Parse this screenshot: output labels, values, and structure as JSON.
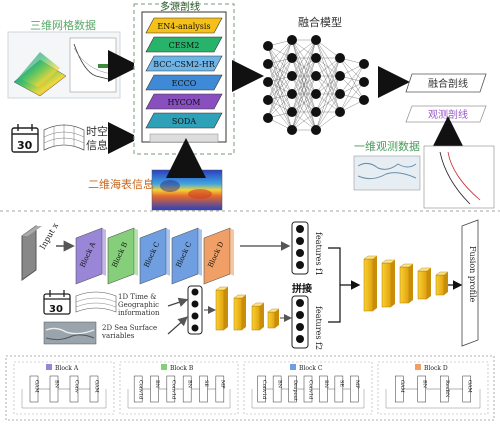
{
  "top": {
    "grid_data_label": "三维网格数据",
    "space_time_label": "时空\n信息",
    "calendar_number": "30",
    "sst_label": "二维海表信息",
    "multi_source_title": "多源剖线",
    "datasets": [
      "EN4-analysis",
      "CESM2",
      "BCC-CSM2-HR",
      "ECCO",
      "HYCOM",
      "SODA"
    ],
    "dataset_colors": [
      "#f5c018",
      "#27b36a",
      "#6fb4e6",
      "#3f8ad6",
      "#8a4fbf",
      "#2ea1b8"
    ],
    "fusion_model_label": "融合模型",
    "fused_profile_label": "融合剖线",
    "observed_profile_label": "观测剖线",
    "obs_1d_label": "一维观测数据"
  },
  "bottom": {
    "input_label": "Input x",
    "blocks": [
      "Block A",
      "Block B",
      "Block C",
      "Block C",
      "Block D"
    ],
    "block_colors": [
      "#9a86d6",
      "#86cf7a",
      "#6f9fe0",
      "#6f9fe0",
      "#f0a066"
    ],
    "features_f1": "features f1",
    "features_f2": "features f2",
    "concat_label": "拼接",
    "time_geo_label": "1D Time &\nGeographic\ninformation",
    "sea_surface_label": "2D Sea Surface\nvariables",
    "calendar_number": "30",
    "fusion_profile_label": "Fusion profile"
  },
  "legend": {
    "blocks": [
      {
        "name": "Block A",
        "color": "#9a86d6",
        "layers": [
          "GAM",
          "BN",
          "Conv",
          "GAM"
        ]
      },
      {
        "name": "Block B",
        "color": "#86cf7a",
        "layers": [
          "Conv1d",
          "BN",
          "Conv1d",
          "BN",
          "SE",
          "MP"
        ]
      },
      {
        "name": "Block C",
        "color": "#6f9fe0",
        "layers": [
          "Conv1d",
          "BN",
          "Dropout",
          "Conv1d",
          "BN",
          "SE",
          "MP"
        ]
      },
      {
        "name": "Block D",
        "color": "#f0a066",
        "layers": [
          "GAM",
          "BN",
          "ResBN",
          "GAM"
        ]
      }
    ]
  }
}
